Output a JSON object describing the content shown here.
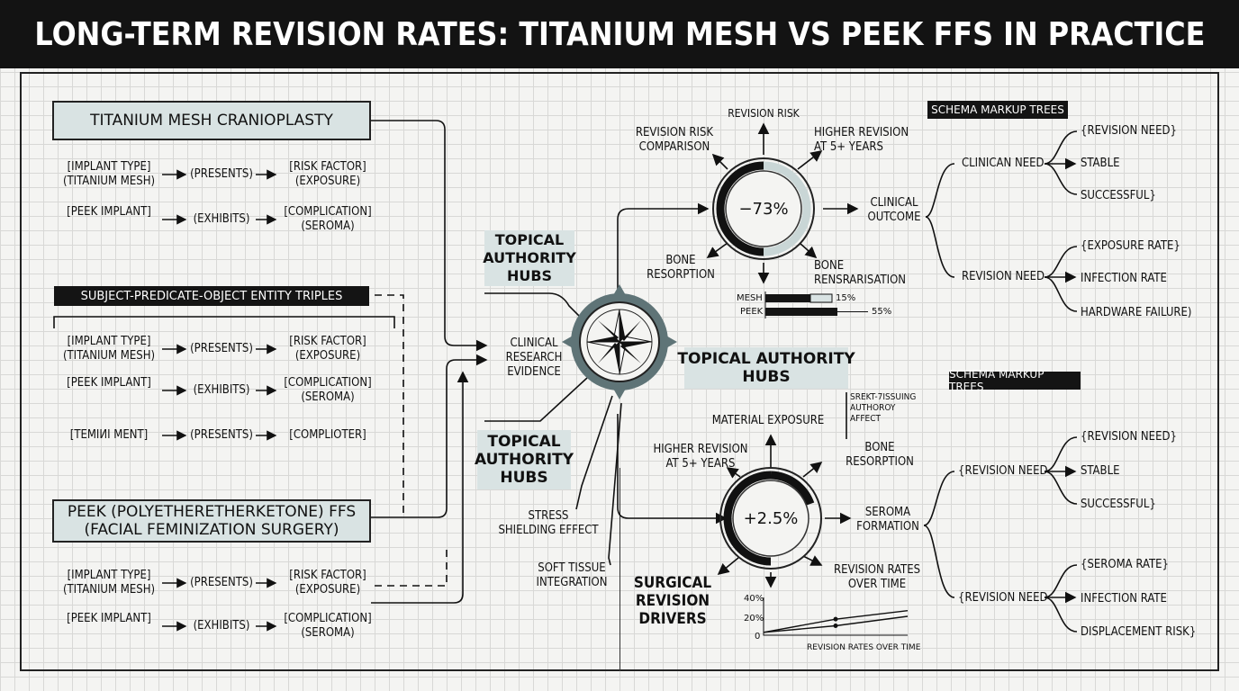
{
  "title": "LONG-TERM REVISION RATES: TITANIUM MESH VS PEEK FFS IN PRACTICE",
  "left": {
    "titanium_box": "TITANIUM MESH CRANIOPLASTY",
    "group1": [
      {
        "a": "[IMPLANT TYPE]\n(TITANIUM MESH)",
        "b": "(PRESENTS)",
        "c": "[RISK FACTOR]\n(EXPOSURE)"
      },
      {
        "a": "[PEEK IMPLANT]",
        "b": "(EXHIBITS)",
        "c": "[COMPLICATION]\n(SEROMA)"
      }
    ],
    "triples_banner": "SUBJECT-PREDICATE-OBJECT ENTITY TRIPLES",
    "group2": [
      {
        "a": "[IMPLANT TYPE]\n(TITANIUM MESH)",
        "b": "(PRESENTS)",
        "c": "[RISK FACTOR]\n(EXPOSURE)"
      },
      {
        "a": "[PEEK IMPLANT]",
        "b": "(EXHIBITS)",
        "c": "[COMPLICATION]\n(SEROMA)"
      },
      {
        "a": "[TEMIИI MENT]",
        "b": "(PRESENTS)",
        "c": "[COMPLIOTER]"
      }
    ],
    "peek_box": "PEEK (POLYETHERETHERKETONE) FFS\n(FACIAL FEMINIZATION SURGERY)",
    "group3": [
      {
        "a": "[IMPLANT TYPE]\n(TITANIUM MESH)",
        "b": "(PRESENTS)",
        "c": "[RISK FACTOR]\n(EXPOSURE)"
      },
      {
        "a": "[PEEK IMPLANT]",
        "b": "(EXHIBITS)",
        "c": "[COMPLICATION]\n(SEROMA)"
      }
    ]
  },
  "center": {
    "hub_top": "TOPICAL\nAUTHORITY\nHUBS",
    "clinical_research": "CLINICAL\nRESEARCH\nEVIDENCE",
    "hub_bottom": "TOPICAL\nAUTHORITY\nHUBS",
    "stress": "STRESS\nSHIELDING EFFECT",
    "soft_tissue": "SOFT TISSUE\nINTEGRATION",
    "surgical": "SURGICAL\nREVISION\nDRIVERS",
    "hub_mid": "TOPICAL AUTHORITY\nHUBS"
  },
  "top_ring": {
    "value": "−73%",
    "labels": {
      "top": "REVISION RISK",
      "top_left": "REVISION RISK\nCOMPARISON",
      "top_right": "HIGHER REVISION\nAT 5+ YEARS",
      "right": "CLINICAL\nOUTCOME",
      "bottom_left": "BONE\nRESORPTION",
      "bottom_right": "BONE\nRENSRARISATION"
    },
    "bars": [
      {
        "name": "MESH",
        "value": 15,
        "label": "15%"
      },
      {
        "name": "PEEK",
        "value": 55,
        "label": "55%"
      }
    ]
  },
  "bottom_ring": {
    "value": "+2.5%",
    "labels": {
      "top": "MATERIAL EXPOSURE",
      "top_right_note": "SREKT-7ISSUING\nAUTHOROY\nAFFECT",
      "top_left": "HIGHER REVISION\nAT 5+ YEARS",
      "top_right": "BONE\nRESORPTION",
      "right": "SEROMA\nFORMATION",
      "bottom_right": "REVISION RATES\nOVER TIME"
    }
  },
  "chart_data": {
    "type": "line",
    "title": "",
    "xlabel": "REVISION RATES OVER TIME",
    "ylabel": "",
    "yticks": [
      "0",
      "20%",
      "40%"
    ],
    "ylim": [
      0,
      40
    ],
    "series": [
      {
        "values": [
          3,
          17,
          26
        ]
      },
      {
        "values": [
          3,
          10,
          20
        ]
      }
    ]
  },
  "right": {
    "schema_top": "SCHEMA MARKUP TREES",
    "tree1": {
      "root": "CLINICAN NEED",
      "leaves": [
        "{REVISION NEED}",
        "STABLE",
        "SUCCESSFUL}"
      ]
    },
    "tree2": {
      "root": "REVISION NEED",
      "leaves": [
        "{EXPOSURE RATE}",
        "INFECTION RATE",
        "HARDWARE FAILURE)"
      ]
    },
    "schema_bottom": "SCHEMA MARKUP TREES",
    "tree3": {
      "root": "{REVISION NEED",
      "leaves": [
        "{REVISION NEED}",
        "STABLE",
        "SUCCESSFUL}"
      ]
    },
    "tree4": {
      "root": "{REVISION NEED",
      "leaves": [
        "{SEROMA RATE}",
        "INFECTION RATE",
        "DISPLACEMENT RISK}"
      ]
    }
  },
  "colors": {
    "box_fill": "#d9e3e3",
    "ink": "#141414",
    "accent": "#5f7477"
  }
}
